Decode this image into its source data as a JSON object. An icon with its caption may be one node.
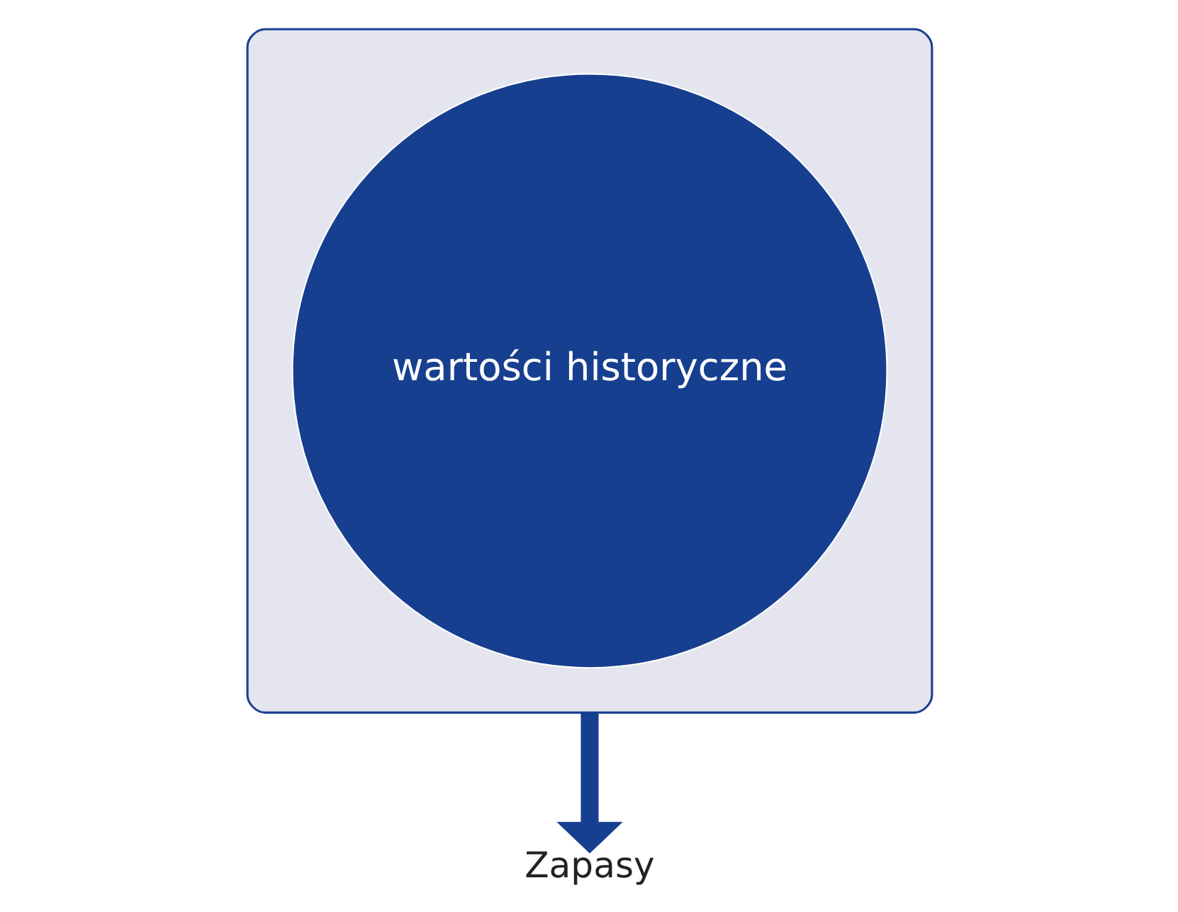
{
  "diagram": {
    "nodes": [
      {
        "text": [],
        "shape": "funnel"
      },
      {
        "text": [
          "wartości historyczne"
        ],
        "in": 0
      },
      {
        "text": [
          "Zapasy"
        ]
      }
    ],
    "edges": [
      {
        "from": 0,
        "to": 2,
        "arrow": "to"
      }
    ]
  }
}
